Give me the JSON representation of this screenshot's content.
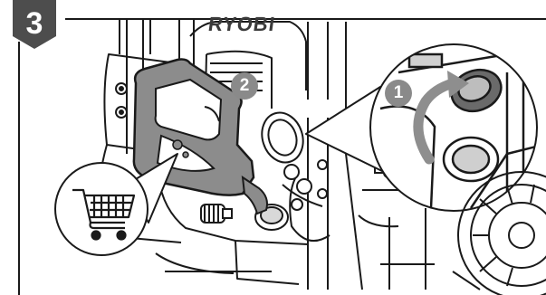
{
  "step": {
    "number": "3"
  },
  "brand": {
    "logo_text": "RYOBI"
  },
  "callouts": [
    {
      "number": "1",
      "action": "open-fuel-cap"
    },
    {
      "number": "2",
      "action": "pour-fuel"
    }
  ],
  "icons": {
    "shopping_cart": "shopping-cart-icon",
    "fuel_jug": "fuel-jug-icon",
    "rotate_arrow": "rotate-arrow-icon"
  },
  "colors": {
    "badge": "#4d4d4d",
    "callout": "#8a8a8a",
    "jug_fill": "#8c8c8c",
    "line": "#1a1a1a",
    "arrow": "#8e8e8e"
  }
}
